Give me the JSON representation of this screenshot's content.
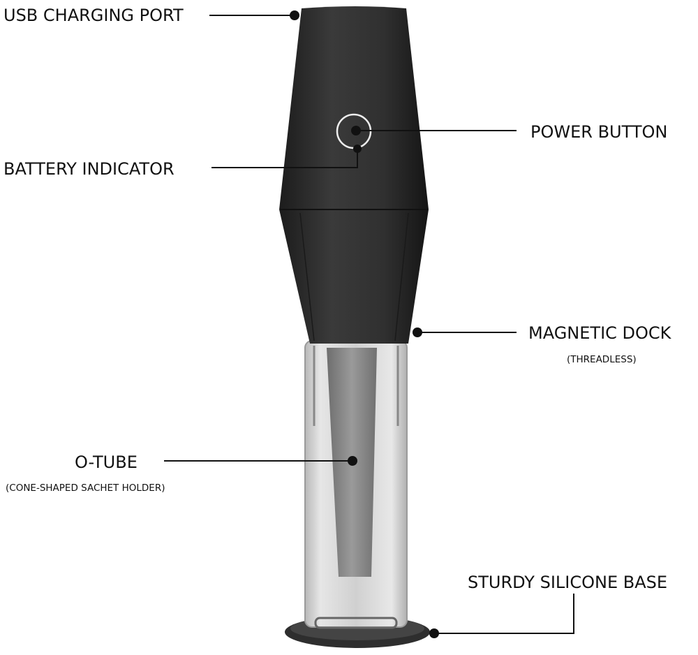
{
  "callouts": {
    "usb_port": {
      "label": "USB CHARGING PORT"
    },
    "power_button": {
      "label": "POWER BUTTON"
    },
    "battery_indicator": {
      "label": "BATTERY INDICATOR"
    },
    "magnetic_dock": {
      "label": "MAGNETIC DOCK",
      "sub": "(THREADLESS)"
    },
    "o_tube": {
      "label": "O-TUBE",
      "sub": "(CONE-SHAPED SACHET HOLDER)"
    },
    "base": {
      "label": "STURDY SILICONE BASE"
    }
  },
  "colors": {
    "body": "#2a2a2a",
    "tube": "#d4d4d4",
    "cone": "#8a8a8a",
    "base": "#3a3a3a"
  }
}
